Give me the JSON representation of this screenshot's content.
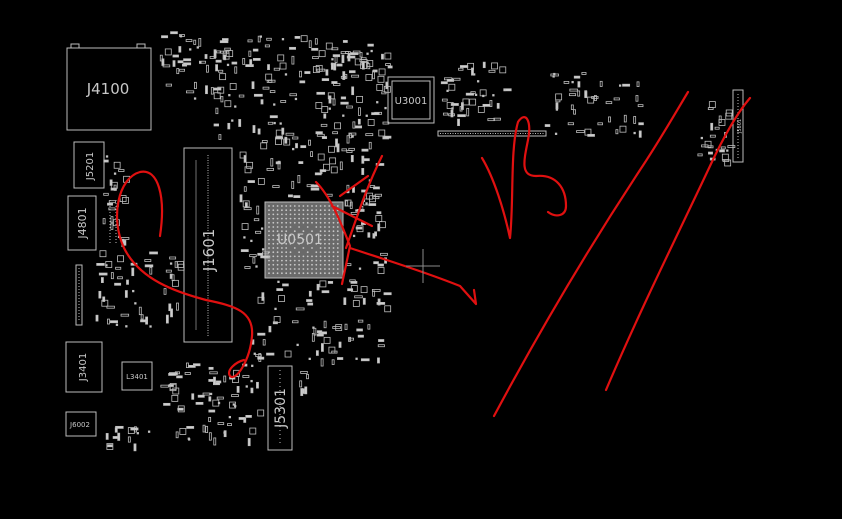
{
  "viewer": {
    "background": "#000000",
    "outline_color": "#bdbdbd",
    "ink_color": "#e01010",
    "cursor": "crosshair-icon"
  },
  "components": {
    "J4100": "J4100",
    "U3001": "U3001",
    "J5201": "J5201",
    "J4801": "J4801",
    "J1601": "J1601",
    "U0501": "U0501",
    "J3401": "J3401",
    "L3401": "L3401",
    "J6002": "J6002",
    "J5301": "J5301",
    "J5801": "J5801"
  }
}
